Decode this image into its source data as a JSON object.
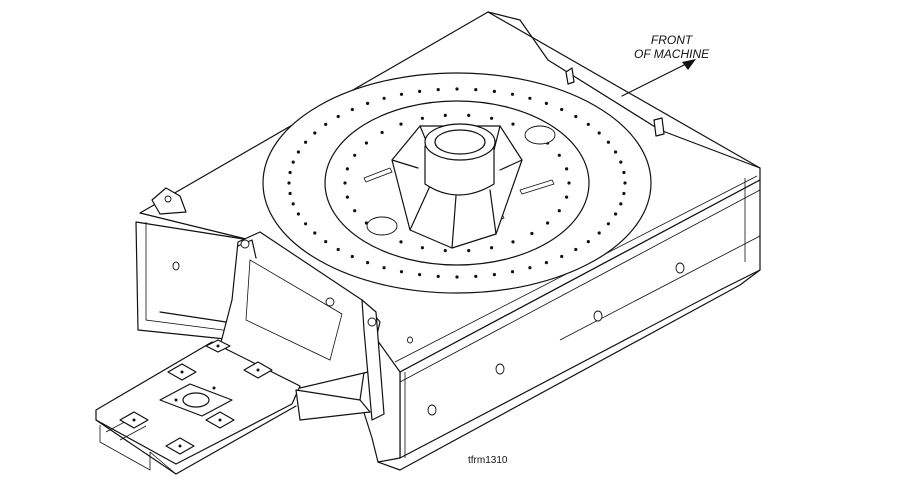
{
  "annotation": {
    "front_line1": "FRONT",
    "front_line2": "OF MACHINE"
  },
  "drawing_id": "tfrm1310",
  "colors": {
    "line": "#111111",
    "background": "#ffffff"
  }
}
